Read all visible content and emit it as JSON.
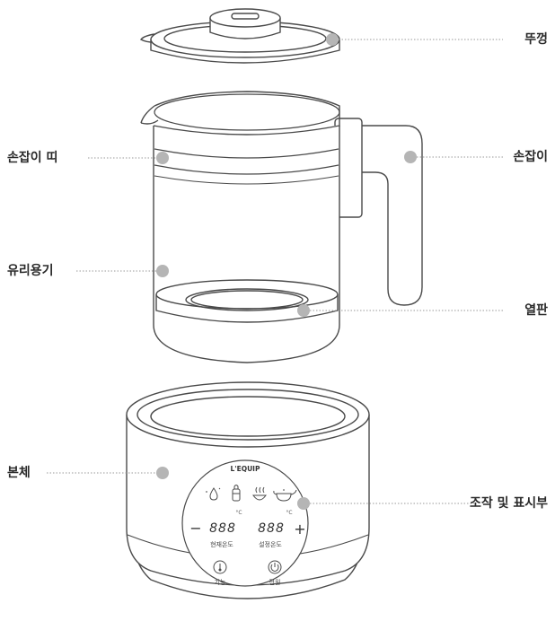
{
  "labels": {
    "lid": "뚜껑",
    "handle_band": "손잡이 띠",
    "handle": "손잡이",
    "glass_vessel": "유리용기",
    "heating_plate": "열판",
    "main_body": "본체",
    "control_display": "조작 및 표시부"
  },
  "panel": {
    "brand": "L'EQUIP",
    "digits_current": "888",
    "digits_set": "888",
    "unit": "°C",
    "minus": "−",
    "plus": "+",
    "current_temp_label": "현재온도",
    "set_temp_label": "설정온도",
    "function_label": "기능",
    "power_label": "전원"
  },
  "colors": {
    "outline": "#4a4a4a",
    "callout_dot": "#b5b5b5",
    "leader_line": "#9a9a9a",
    "label_text": "#2a2a2a"
  }
}
